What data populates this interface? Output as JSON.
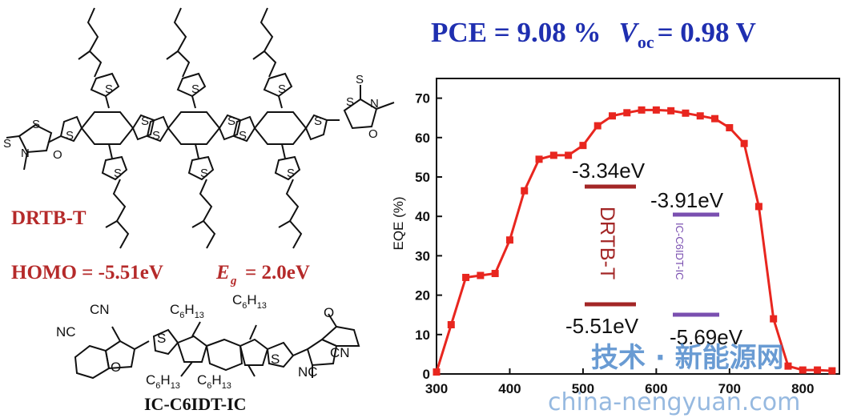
{
  "headline": {
    "pce_label": "PCE = 9.08 %",
    "voc_symbol": "V",
    "voc_subscript": "oc",
    "voc_value": "= 0.98 V"
  },
  "donor": {
    "name": "DRTB-T",
    "homo_label": "HOMO = -5.51eV",
    "eg_symbol": "E",
    "eg_subscript": "g",
    "eg_value": "= 2.0eV",
    "atom_s": "S",
    "atom_n": "N",
    "atom_o": "O"
  },
  "acceptor": {
    "name": "IC-C6IDT-IC",
    "cn_label": "CN",
    "nc_label": "NC",
    "alkyl_c": "C",
    "alkyl_sub1": "6",
    "alkyl_h": "H",
    "alkyl_sub2": "13",
    "atom_o": "O",
    "atom_s": "S"
  },
  "colors": {
    "headline": "#1f2fb0",
    "donor_text": "#b52a2a",
    "curve": "#e8261f",
    "donor_level": "#a32626",
    "acceptor_level": "#7a4fb0",
    "acceptor_text": "#7a4fb0",
    "axis": "#111111",
    "watermark": "#3f7fc6"
  },
  "chart_data": {
    "type": "line",
    "ylabel": "EQE (%)",
    "xlim": [
      300,
      850
    ],
    "ylim": [
      0,
      75
    ],
    "x_ticks": [
      300,
      400,
      500,
      600,
      700,
      800
    ],
    "y_ticks": [
      0,
      10,
      20,
      30,
      40,
      50,
      60,
      70
    ],
    "grid": false,
    "series": [
      {
        "x": [
          300,
          320,
          340,
          360,
          380,
          400,
          420,
          440,
          460,
          480,
          500,
          520,
          540,
          560,
          580,
          600,
          620,
          640,
          660,
          680,
          700,
          720,
          740,
          760,
          780,
          800,
          820,
          840
        ],
        "y": [
          0.5,
          12.5,
          24.5,
          25,
          25.5,
          34,
          46.5,
          54.5,
          55.5,
          55.5,
          58,
          63,
          65.5,
          66.3,
          67,
          67,
          66.8,
          66.2,
          65.5,
          64.8,
          62.5,
          58.5,
          42.5,
          14,
          2,
          1,
          1,
          0.8
        ]
      }
    ],
    "annotations": {
      "donor_lumo": "-3.34eV",
      "donor_homo": "-5.51eV",
      "acceptor_lumo": "-3.91eV",
      "acceptor_homo": "-5.69eV",
      "donor_name": "DRTB-T",
      "acceptor_name": "IC-C6IDT-IC"
    }
  },
  "watermark": {
    "text_cn": "技术 · 新能源网",
    "text_url": "china-nengyuan.com"
  }
}
